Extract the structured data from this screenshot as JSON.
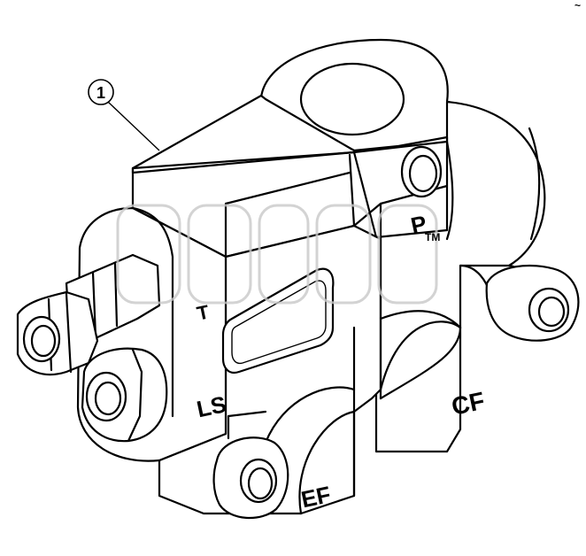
{
  "callout": {
    "number": "1"
  },
  "ports": {
    "p": "P",
    "t": "T",
    "ls": "LS",
    "cf": "CF",
    "ef": "EF"
  },
  "watermark": {
    "tm": "TM"
  },
  "corner_mark": "~"
}
